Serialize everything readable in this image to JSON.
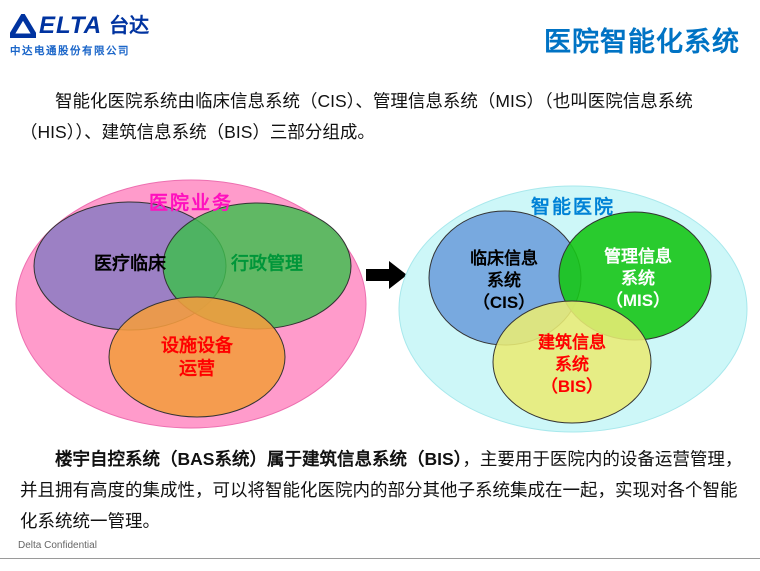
{
  "header": {
    "logo": {
      "brand_latin": "ELTA",
      "brand_cn": "台达",
      "company": "中达电通股份有限公司"
    },
    "title": "医院智能化系统"
  },
  "intro_paragraph": "智能化医院系统由临床信息系统（CIS）、管理信息系统（MIS）（也叫医院信息系统（HIS））、建筑信息系统（BIS）三部分组成。",
  "diagram": {
    "left": {
      "title": "医院业务",
      "circles": [
        {
          "id": "medical-clinical",
          "label": "医疗临床"
        },
        {
          "id": "admin-management",
          "label": "行政管理"
        },
        {
          "id": "facility-operations",
          "label": "设施设备\n运营"
        }
      ]
    },
    "right": {
      "title": "智能医院",
      "circles": [
        {
          "id": "cis",
          "label": "临床信息\n系统\n（CIS）"
        },
        {
          "id": "mis",
          "label": "管理信息\n系统\n（MIS）"
        },
        {
          "id": "bis",
          "label": "建筑信息\n系统\n（BIS）"
        }
      ]
    }
  },
  "body_paragraph": {
    "bold": "楼宇自控系统（BAS系统）属于建筑信息系统（BIS）",
    "rest": "，主要用于医院内的设备运营管理，并且拥有高度的集成性，可以将智能化医院内的部分其他子系统集成在一起，实现对各个智能化系统统一管理。"
  },
  "footer": {
    "confidential": "Delta Confidential"
  },
  "colors": {
    "title_blue": "#0073c4",
    "logo_blue": "#0033a0",
    "left_bg_pink": "#ff9bcb",
    "left_title_magenta": "#ff10be",
    "circle_purple": "#8e7cc3",
    "circle_green_left": "#3dbe4d",
    "circle_orange": "#f49c3e",
    "right_bg_cyan": "#cdf7f8",
    "right_title_blue": "#0082d6",
    "circle_blue": "#6fa0dc",
    "circle_green_right": "#17c517",
    "circle_yellow": "#e9ec74",
    "red_text": "#ff0000",
    "green_text": "#009639"
  }
}
